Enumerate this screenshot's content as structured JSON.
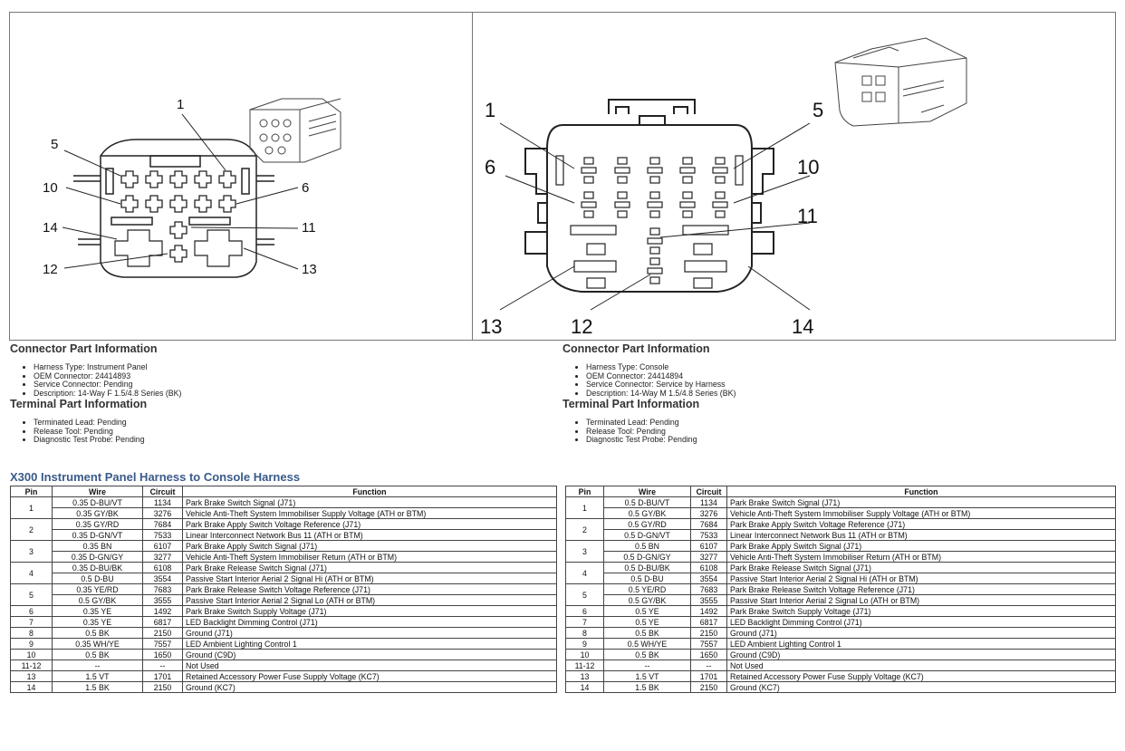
{
  "left_connector": {
    "callouts": [
      "1",
      "5",
      "10",
      "6",
      "14",
      "11",
      "12",
      "13"
    ],
    "connector_info_heading": "Connector Part Information",
    "connector_info": [
      "Harness Type: Instrument Panel",
      "OEM Connector: 24414893",
      "Service Connector: Pending",
      "Description: 14-Way F 1.5/4.8 Series (BK)"
    ],
    "terminal_info_heading": "Terminal Part Information",
    "terminal_info": [
      "Terminated Lead: Pending",
      "Release Tool: Pending",
      "Diagnostic Test Probe: Pending"
    ]
  },
  "right_connector": {
    "callouts": [
      "1",
      "5",
      "6",
      "10",
      "11",
      "13",
      "12",
      "14"
    ],
    "connector_info_heading": "Connector Part Information",
    "connector_info": [
      "Harness Type: Console",
      "OEM Connector: 24414894",
      "Service Connector: Service by Harness",
      "Description: 14-Way M 1.5/4.8 Series (BK)"
    ],
    "terminal_info_heading": "Terminal Part Information",
    "terminal_info": [
      "Terminated Lead: Pending",
      "Release Tool: Pending",
      "Diagnostic Test Probe: Pending"
    ]
  },
  "table_title": "X300 Instrument Panel Harness to Console Harness",
  "columns": [
    "Pin",
    "Wire",
    "Circuit",
    "Function"
  ],
  "left_table": [
    {
      "pin": "1",
      "rows": [
        [
          "0.35 D-BU/VT",
          "1134",
          "Park Brake Switch Signal (J71)"
        ],
        [
          "0.35 GY/BK",
          "3276",
          "Vehicle Anti-Theft System Immobiliser Supply Voltage (ATH or BTM)"
        ]
      ]
    },
    {
      "pin": "2",
      "rows": [
        [
          "0.35 GY/RD",
          "7684",
          "Park Brake Apply Switch Voltage Reference (J71)"
        ],
        [
          "0.35 D-GN/VT",
          "7533",
          "Linear Interconnect Network Bus 11 (ATH or BTM)"
        ]
      ]
    },
    {
      "pin": "3",
      "rows": [
        [
          "0.35 BN",
          "6107",
          "Park Brake Apply Switch Signal (J71)"
        ],
        [
          "0.35 D-GN/GY",
          "3277",
          "Vehicle Anti-Theft System Immobiliser Return (ATH or BTM)"
        ]
      ]
    },
    {
      "pin": "4",
      "rows": [
        [
          "0.35 D-BU/BK",
          "6108",
          "Park Brake Release Switch Signal (J71)"
        ],
        [
          "0.5 D-BU",
          "3554",
          "Passive Start Interior Aerial 2 Signal Hi (ATH or BTM)"
        ]
      ]
    },
    {
      "pin": "5",
      "rows": [
        [
          "0.35 YE/RD",
          "7683",
          "Park Brake Release Switch Voltage Reference (J71)"
        ],
        [
          "0.5 GY/BK",
          "3555",
          "Passive Start Interior Aerial 2 Signal Lo (ATH or BTM)"
        ]
      ]
    },
    {
      "pin": "6",
      "rows": [
        [
          "0.35 YE",
          "1492",
          "Park Brake Switch Supply Voltage (J71)"
        ]
      ]
    },
    {
      "pin": "7",
      "rows": [
        [
          "0.35 YE",
          "6817",
          "LED Backlight Dimming Control (J71)"
        ]
      ]
    },
    {
      "pin": "8",
      "rows": [
        [
          "0.5 BK",
          "2150",
          "Ground (J71)"
        ]
      ]
    },
    {
      "pin": "9",
      "rows": [
        [
          "0.35 WH/YE",
          "7557",
          "LED Ambient Lighting Control 1"
        ]
      ]
    },
    {
      "pin": "10",
      "rows": [
        [
          "0.5 BK",
          "1650",
          "Ground (C9D)"
        ]
      ]
    },
    {
      "pin": "11-12",
      "rows": [
        [
          "--",
          "--",
          "Not Used"
        ]
      ]
    },
    {
      "pin": "13",
      "rows": [
        [
          "1.5 VT",
          "1701",
          "Retained Accessory Power Fuse Supply Voltage (KC7)"
        ]
      ]
    },
    {
      "pin": "14",
      "rows": [
        [
          "1.5 BK",
          "2150",
          "Ground (KC7)"
        ]
      ]
    }
  ],
  "right_table": [
    {
      "pin": "1",
      "rows": [
        [
          "0.5 D-BU/VT",
          "1134",
          "Park Brake Switch Signal (J71)"
        ],
        [
          "0.5 GY/BK",
          "3276",
          "Vehicle Anti-Theft System Immobiliser Supply Voltage (ATH or BTM)"
        ]
      ]
    },
    {
      "pin": "2",
      "rows": [
        [
          "0.5 GY/RD",
          "7684",
          "Park Brake Apply Switch Voltage Reference (J71)"
        ],
        [
          "0.5 D-GN/VT",
          "7533",
          "Linear Interconnect Network Bus 11 (ATH or BTM)"
        ]
      ]
    },
    {
      "pin": "3",
      "rows": [
        [
          "0.5 BN",
          "6107",
          "Park Brake Apply Switch Signal (J71)"
        ],
        [
          "0.5 D-GN/GY",
          "3277",
          "Vehicle Anti-Theft System Immobiliser Return (ATH or BTM)"
        ]
      ]
    },
    {
      "pin": "4",
      "rows": [
        [
          "0.5 D-BU/BK",
          "6108",
          "Park Brake Release Switch Signal (J71)"
        ],
        [
          "0.5 D-BU",
          "3554",
          "Passive Start Interior Aerial 2 Signal Hi (ATH or BTM)"
        ]
      ]
    },
    {
      "pin": "5",
      "rows": [
        [
          "0.5 YE/RD",
          "7683",
          "Park Brake Release Switch Voltage Reference (J71)"
        ],
        [
          "0.5 GY/BK",
          "3555",
          "Passive Start Interior Aerial 2 Signal Lo (ATH or BTM)"
        ]
      ]
    },
    {
      "pin": "6",
      "rows": [
        [
          "0.5 YE",
          "1492",
          "Park Brake Switch Supply Voltage (J71)"
        ]
      ]
    },
    {
      "pin": "7",
      "rows": [
        [
          "0.5 YE",
          "6817",
          "LED Backlight Dimming Control (J71)"
        ]
      ]
    },
    {
      "pin": "8",
      "rows": [
        [
          "0.5 BK",
          "2150",
          "Ground (J71)"
        ]
      ]
    },
    {
      "pin": "9",
      "rows": [
        [
          "0.5 WH/YE",
          "7557",
          "LED Ambient Lighting Control 1"
        ]
      ]
    },
    {
      "pin": "10",
      "rows": [
        [
          "0.5 BK",
          "1650",
          "Ground (C9D)"
        ]
      ]
    },
    {
      "pin": "11-12",
      "rows": [
        [
          "--",
          "--",
          "Not Used"
        ]
      ]
    },
    {
      "pin": "13",
      "rows": [
        [
          "1.5 VT",
          "1701",
          "Retained Accessory Power Fuse Supply Voltage (KC7)"
        ]
      ]
    },
    {
      "pin": "14",
      "rows": [
        [
          "1.5 BK",
          "2150",
          "Ground (KC7)"
        ]
      ]
    }
  ]
}
